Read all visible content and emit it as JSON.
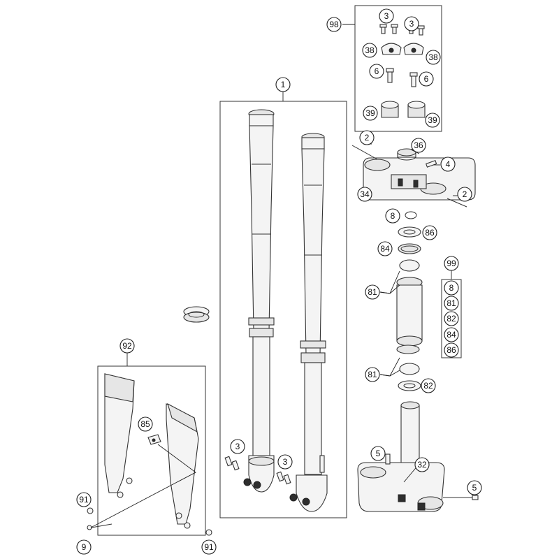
{
  "callouts": {
    "c98": "98",
    "c3a": "3",
    "c3b": "3",
    "c38a": "38",
    "c38b": "38",
    "c6a": "6",
    "c6b": "6",
    "c39a": "39",
    "c39b": "39",
    "c1": "1",
    "c2a": "2",
    "c36": "36",
    "c4": "4",
    "c34": "34",
    "c2b": "2",
    "c8": "8",
    "c86": "86",
    "c84": "84",
    "c81a": "81",
    "c99": "99",
    "k8": "8",
    "k81": "81",
    "k82a": "82",
    "k84": "84",
    "k86": "86",
    "c81b": "81",
    "c82b": "82",
    "c92": "92",
    "c85": "85",
    "c91a": "91",
    "c9": "9",
    "c91b": "91",
    "c3c": "3",
    "c3d": "3",
    "c5a": "5",
    "c32": "32",
    "c5b": "5"
  }
}
